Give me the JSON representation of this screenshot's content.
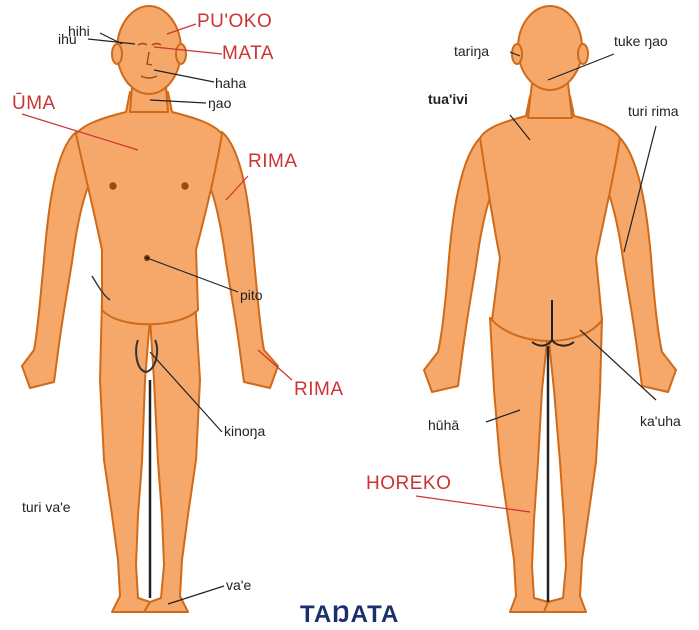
{
  "colors": {
    "skin": "#f5a86a",
    "outline": "#d06a18",
    "red_label": "#cc3333",
    "black_label": "#222222",
    "title": "#1a2f6b"
  },
  "labels": {
    "hihi": "hihi",
    "puoko": "PU'OKO",
    "ihu": "ihu",
    "mata": "MATA",
    "haha": "haha",
    "ngao": "ŋao",
    "uma": "ŪMA",
    "rima_upper": "RIMA",
    "pito": "pito",
    "rima_lower": "RIMA",
    "kinonga": "kinoŋa",
    "turi_vae": "turi va'e",
    "vae": "va'e",
    "taringa": "tariŋa",
    "tuke_ngao": "tuke ŋao",
    "tuaivi": "tua'ivi",
    "turi_rima": "turi rima",
    "huha": "hūhā",
    "kauha": "ka'uha",
    "horeko": "HOREKO"
  },
  "title": "TAŊATA"
}
